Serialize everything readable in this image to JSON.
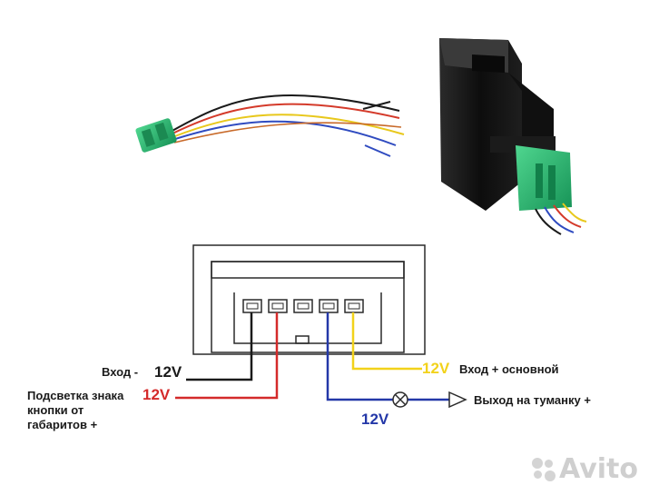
{
  "labels": {
    "input_minus": "Вход -",
    "backlight_line1": "Подсветка знака",
    "backlight_line2": "кнопки от",
    "backlight_line3": "габаритов +",
    "input_plus_main": "Вход + основной",
    "output_fog": "Выход на туманку +"
  },
  "voltages": {
    "black": "12V",
    "red": "12V",
    "yellow": "12V",
    "blue": "12V"
  },
  "watermark": "Avito",
  "colors": {
    "black_wire": "#1a1a1a",
    "red_wire": "#d42a2a",
    "yellow_wire": "#f2d21b",
    "blue_wire": "#2438a8",
    "connector_green": "#22b26b",
    "housing": "#111111"
  },
  "icons": [
    "lamp-icon",
    "arrow-output-icon"
  ]
}
